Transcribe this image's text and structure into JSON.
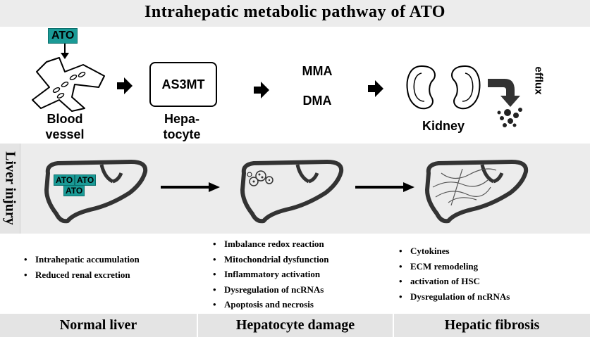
{
  "title": "Intrahepatic metabolic pathway of ATO",
  "pathway": {
    "ato_tag": "ATO",
    "blood_vessel": [
      "Blood",
      "vessel"
    ],
    "as3mt": "AS3MT",
    "hepatocyte": [
      "Hepa-",
      "tocyte"
    ],
    "mma": "MMA",
    "dma": "DMA",
    "kidney": "Kidney",
    "efflux": "efflux"
  },
  "side_label": "Liver injury",
  "stages": {
    "normal": {
      "ato_labels": [
        "ATO",
        "ATO",
        "ATO"
      ],
      "points": [
        "Intrahepatic accumulation",
        "Reduced renal excretion"
      ],
      "footer": "Normal liver"
    },
    "damage": {
      "points": [
        "Imbalance redox reaction",
        "Mitochondrial dysfunction",
        "Inflammatory activation",
        "Dysregulation of ncRNAs",
        "Apoptosis and necrosis"
      ],
      "footer": "Hepatocyte damage"
    },
    "fibrosis": {
      "points": [
        "Cytokines",
        "ECM remodeling",
        "activation of HSC",
        "Dysregulation of ncRNAs"
      ],
      "footer": "Hepatic fibrosis"
    }
  },
  "colors": {
    "ato_teal": "#1a9a96",
    "band_gray": "#ececec"
  }
}
